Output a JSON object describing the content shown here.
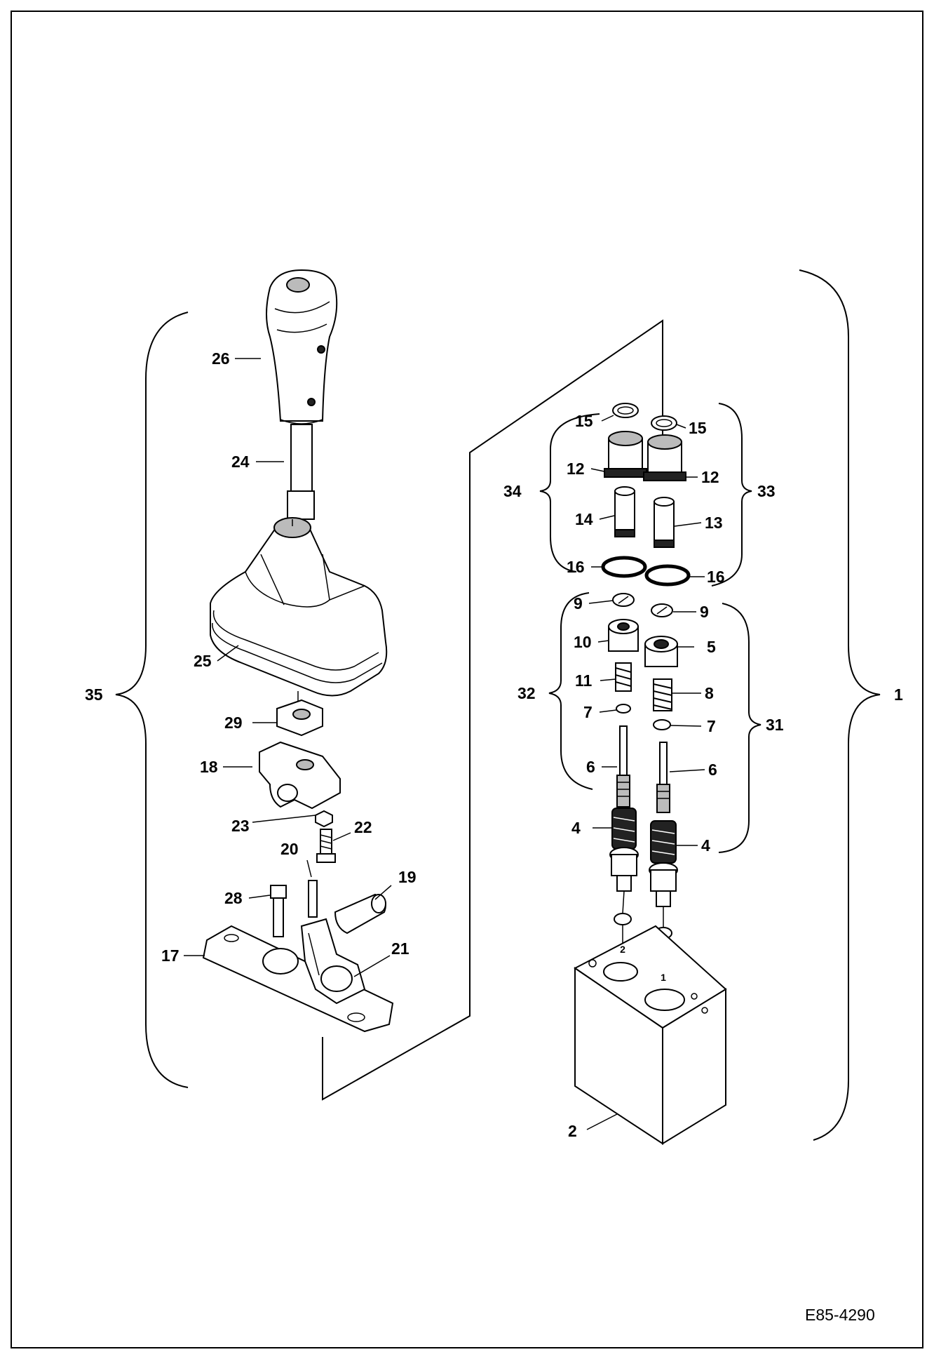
{
  "drawing_number": "E85-4290",
  "port_labels": [
    "1",
    "2"
  ],
  "callouts": {
    "c1": "1",
    "c2": "2",
    "c4a": "4",
    "c4b": "4",
    "c5": "5",
    "c6a": "6",
    "c6b": "6",
    "c7a": "7",
    "c7b": "7",
    "c8": "8",
    "c9a": "9",
    "c9b": "9",
    "c10": "10",
    "c11": "11",
    "c12a": "12",
    "c12b": "12",
    "c13": "13",
    "c14": "14",
    "c15a": "15",
    "c15b": "15",
    "c16a": "16",
    "c16b": "16",
    "c17": "17",
    "c18": "18",
    "c19": "19",
    "c20": "20",
    "c21": "21",
    "c22": "22",
    "c23": "23",
    "c24": "24",
    "c25": "25",
    "c26": "26",
    "c28": "28",
    "c29": "29",
    "c31": "31",
    "c32": "32",
    "c33": "33",
    "c34": "34",
    "c35": "35"
  }
}
